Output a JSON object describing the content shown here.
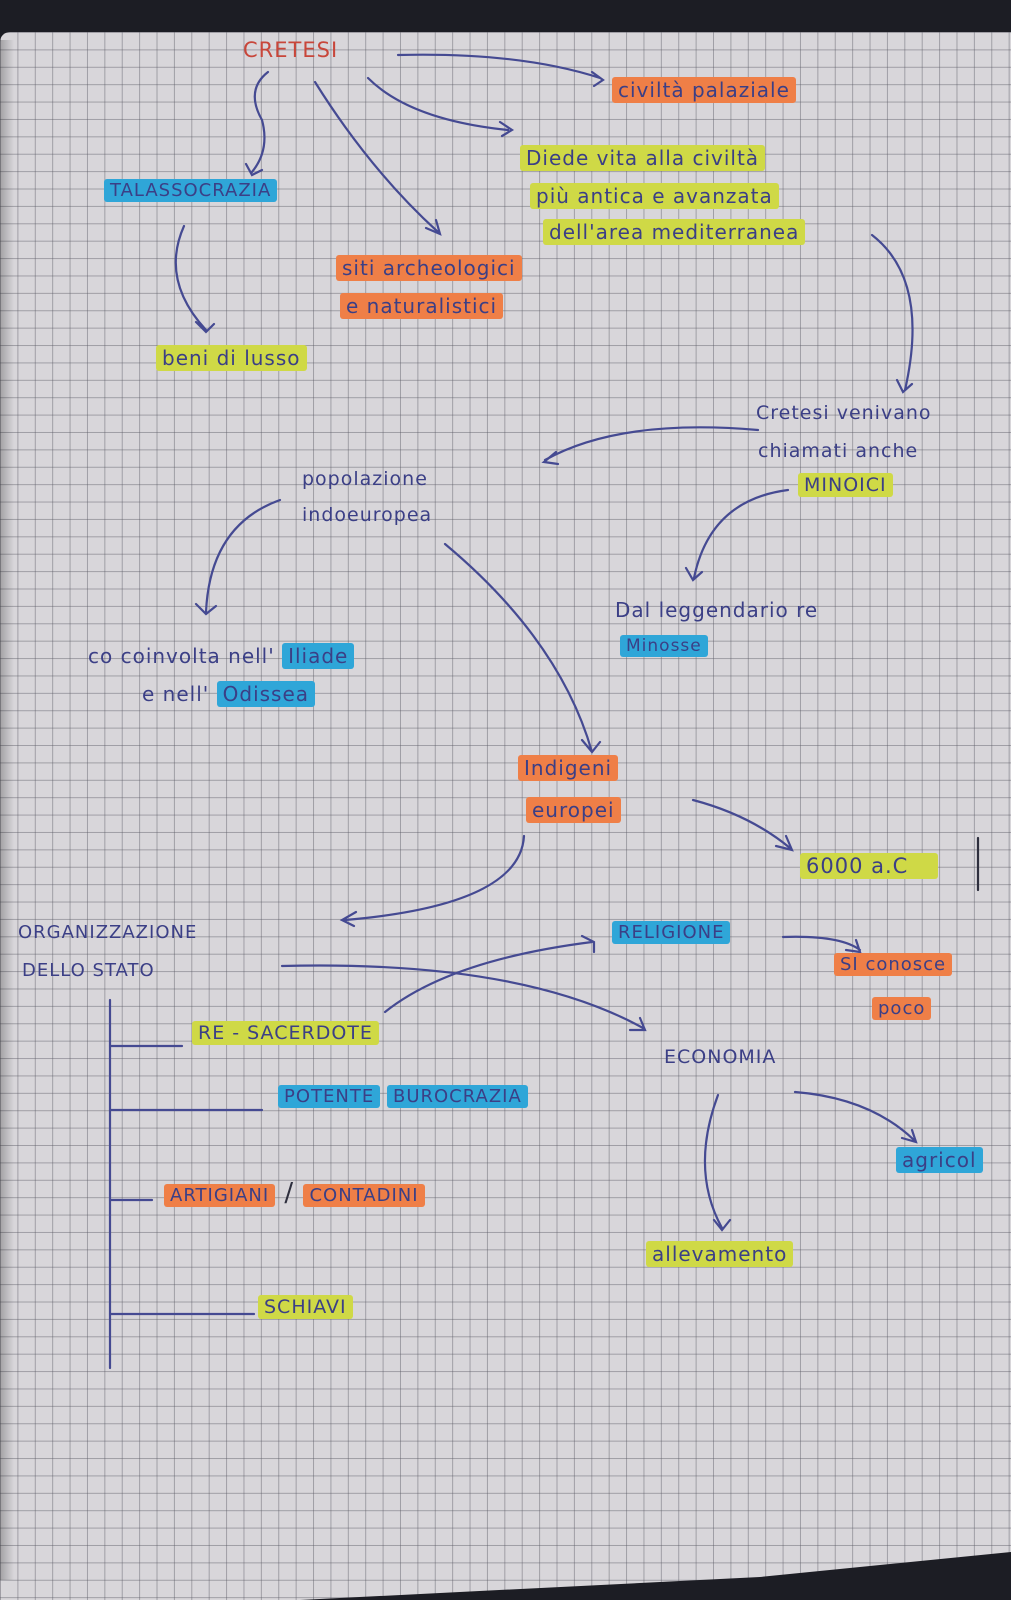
{
  "diagram": {
    "type": "handwritten concept map on grid notebook paper",
    "colors": {
      "ink": "#3b3f86",
      "title_ink": "#c8463a",
      "highlight_orange": "#ef7f47",
      "highlight_yellow": "#cfd946",
      "highlight_blue": "#2fa6d8",
      "paper": "#d8d6da",
      "background": "#1c1d24"
    },
    "root": "CRETESI",
    "nodes": {
      "civilta_palaziale": "civiltà palaziale",
      "diede_vita_1": "Diede vita alla civiltà",
      "diede_vita_2": "più antica e avanzata",
      "diede_vita_3": "dell'area mediterranea",
      "talassocrazia": "TALASSOCRAZIA",
      "siti_1": "siti archeologici",
      "siti_2": "e naturalistici",
      "beni_lusso": "beni di lusso",
      "minoici_1": "Cretesi venivano",
      "minoici_2": "chiamati anche",
      "minoici_3": "MINOICI",
      "popolazione_1": "popolazione",
      "popolazione_2": "indoeuropea",
      "minosse_1": "Dal leggendario re",
      "minosse_2": "Minosse",
      "iliade_1": "coinvolta nell'",
      "iliade_1_prefix": "co",
      "iliade_hl": "Iliade",
      "odissea_1": "e nell'",
      "odissea_hl": "Odissea",
      "indoeuropei_1": "Indigeni",
      "indoeuropei_2": "europei",
      "date": "6000 a.C",
      "organizzazione_1": "ORGANIZZAZIONE",
      "organizzazione_2": "DELLO STATO",
      "religione": "RELIGIONE",
      "si_conosce": "SI conosce",
      "poco": "poco",
      "re_sacerdote": "RE - SACERDOTE",
      "potente": "POTENTE",
      "burocrazia": "BUROCRAZIA",
      "artigiani": "ARTIGIANI",
      "contadini": "CONTADINI",
      "schiavi": "SCHIAVI",
      "economia": "ECONOMIA",
      "agricoltura": "agricol",
      "allevamento": "allevamento"
    },
    "edges": [
      [
        "CRETESI",
        "civiltà palaziale"
      ],
      [
        "CRETESI",
        "Diede vita alla civiltà più antica e avanzata dell'area mediterranea"
      ],
      [
        "CRETESI",
        "TALASSOCRAZIA"
      ],
      [
        "CRETESI",
        "siti archeologici e naturalistici"
      ],
      [
        "TALASSOCRAZIA",
        "beni di lusso"
      ],
      [
        "Diede vita ...",
        "Cretesi venivano chiamati anche MINOICI"
      ],
      [
        "Cretesi venivano chiamati anche MINOICI",
        "popolazione indoeuropea"
      ],
      [
        "MINOICI",
        "Dal leggendario re Minosse"
      ],
      [
        "popolazione indoeuropea",
        "coinvolta nell'Iliade e nell'Odissea"
      ],
      [
        "popolazione indoeuropea",
        "Indigeni europei"
      ],
      [
        "Indigeni europei",
        "6000 a.C"
      ],
      [
        "Indigeni europei",
        "ORGANIZZAZIONE DELLO STATO"
      ],
      [
        "RE - SACERDOTE",
        "RELIGIONE"
      ],
      [
        "RELIGIONE",
        "SI conosce poco"
      ],
      [
        "DELLO STATO",
        "ECONOMIA"
      ],
      [
        "ECONOMIA",
        "allevamento"
      ],
      [
        "ECONOMIA",
        "agricoltura"
      ]
    ],
    "hierarchy": {
      "ORGANIZZAZIONE DELLO STATO": [
        "RE - SACERDOTE",
        "POTENTE BUROCRAZIA",
        "ARTIGIANI / CONTADINI",
        "SCHIAVI"
      ]
    }
  }
}
